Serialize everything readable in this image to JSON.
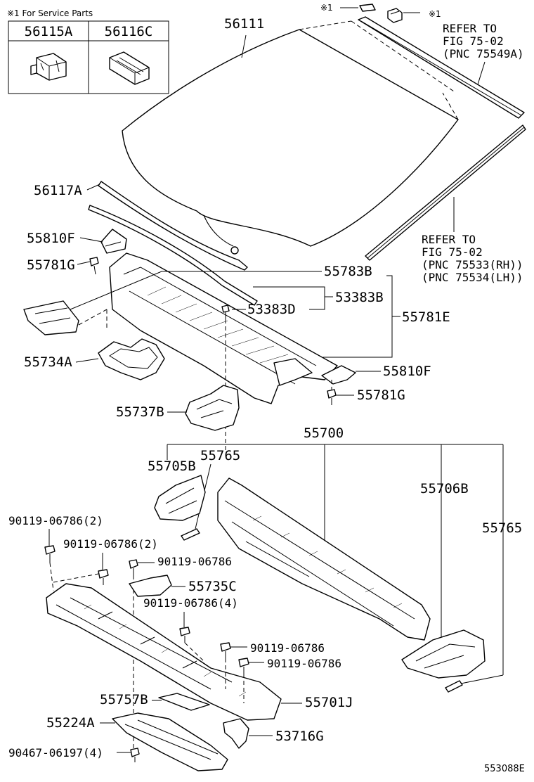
{
  "service_note": "※1 For Service Parts",
  "service_boxes": [
    "56115A",
    "56116C"
  ],
  "marks": {
    "m1": "※1",
    "m2": "※1"
  },
  "refer_1": [
    "REFER TO",
    "FIG 75-02",
    "(PNC 75549A)"
  ],
  "refer_2": [
    "REFER TO",
    "FIG 75-02",
    "(PNC 75533(RH))",
    "(PNC 75534(LH))"
  ],
  "labels": {
    "p56111": "56111",
    "p56117A": "56117A",
    "p55810F_a": "55810F",
    "p55781G_a": "55781G",
    "p55783B": "55783B",
    "p53383B": "53383B",
    "p53383D": "53383D",
    "p55781E": "55781E",
    "p55734A": "55734A",
    "p55810F_b": "55810F",
    "p55781G_b": "55781G",
    "p55737B": "55737B",
    "p55700": "55700",
    "p55705B": "55705B",
    "p55765_a": "55765",
    "p55706B": "55706B",
    "p55765_b": "55765",
    "p90119_a": "90119-06786(2)",
    "p90119_b": "90119-06786(2)",
    "p90119_c": "90119-06786",
    "p55735C": "55735C",
    "p90119_d": "90119-06786(4)",
    "p90119_e": "90119-06786",
    "p90119_f": "90119-06786",
    "p55757B": "55757B",
    "p55701J": "55701J",
    "p55224A": "55224A",
    "p53716G": "53716G",
    "p90467": "90467-06197(4)"
  },
  "figure_id": "553088E"
}
